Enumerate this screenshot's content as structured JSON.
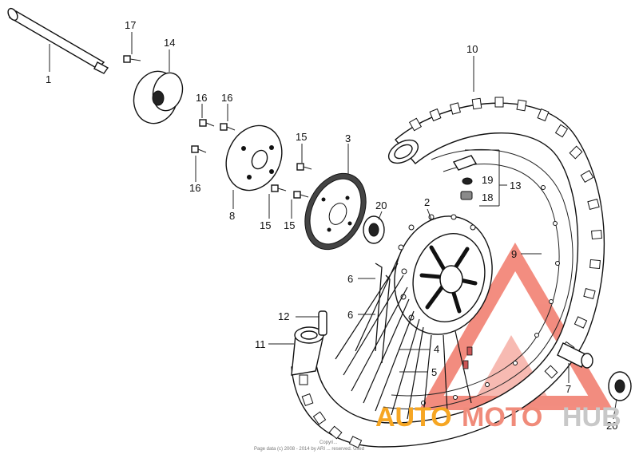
{
  "diagram": {
    "labels": {
      "axle": "1",
      "hub": "2",
      "sprocket": "3",
      "spoke_a": "4",
      "spoke_b": "5",
      "spoke_c": "6",
      "spoke_d": "6",
      "spoke_e": "7",
      "sprocket_set_plate": "8",
      "rim": "9",
      "tire": "10",
      "tube": "11",
      "valve": "12",
      "rim_band_set": "13",
      "side_collar": "14",
      "bolt_a": "15",
      "bolt_b": "15",
      "bolt_c": "15",
      "bolt_d": "16",
      "bolt_e": "16",
      "bolt_f": "16",
      "bolt_g": "17",
      "nut": "18",
      "washer": "19",
      "bearing_a": "20",
      "bearing_b": "20"
    }
  },
  "watermark": {
    "part1": "AUTO",
    "part2": "MOTO",
    "part3": "HUB",
    "colors": {
      "auto": "#f6a623",
      "moto": "#f08b7a",
      "hub": "#c8c8c8",
      "logo": "#f07060"
    }
  },
  "footer": {
    "line1": "Copyri...",
    "line2": "Page data (c) 2008 - 2014 by ARI ... reserved. Used"
  }
}
